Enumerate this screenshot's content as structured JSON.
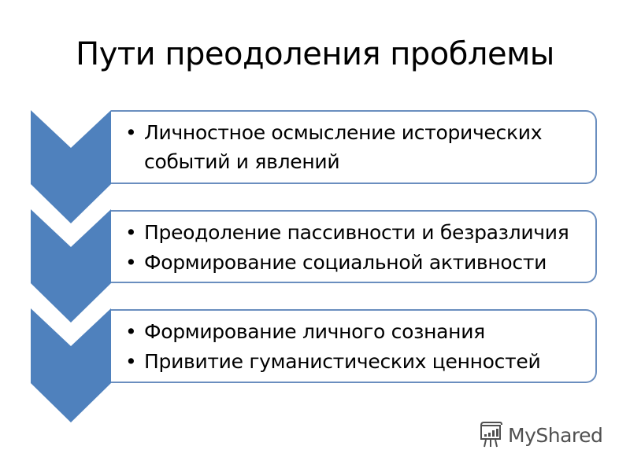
{
  "title": "Пути преодоления проблемы",
  "colors": {
    "chevron": "#4f81bd",
    "box_border": "#6a8ebf",
    "text": "#000000"
  },
  "steps": [
    {
      "bullets": [
        "Личностное осмысление  исторических событий и явлений"
      ]
    },
    {
      "bullets": [
        "Преодоление пассивности и безразличия",
        "Формирование социальной активности"
      ]
    },
    {
      "bullets": [
        "Формирование личного сознания",
        "Привитие гуманистических ценностей"
      ]
    }
  ],
  "watermark": {
    "icon": "presentation-board-icon",
    "text": "MyShared"
  }
}
